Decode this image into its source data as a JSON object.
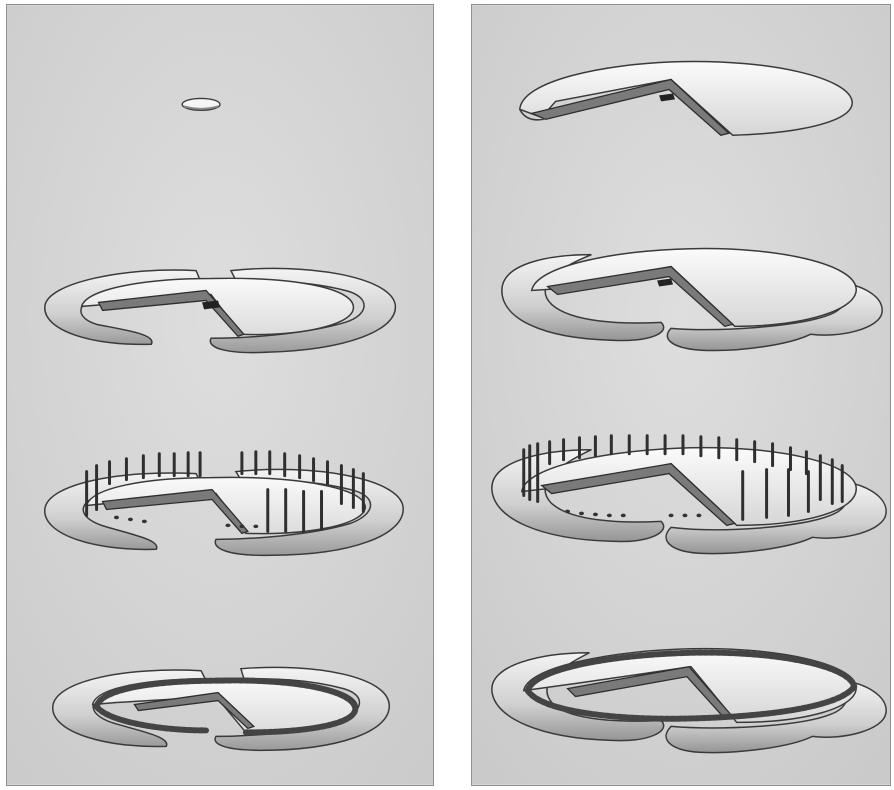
{
  "figure": {
    "panels": [
      {
        "id": "left",
        "stages": [
          "mound-apex",
          "crescent-ditch-platform",
          "timber-palisade",
          "stone-kerb"
        ]
      },
      {
        "id": "right",
        "stages": [
          "raised-platform",
          "platform-in-crescent-ditch",
          "timber-palisade",
          "stone-kerb"
        ]
      }
    ]
  },
  "colors": {
    "paper": "#d6d6d6",
    "ink": "#3a3a3a",
    "shadow": "#8a8a8a",
    "mound_top": "#f1f1f1",
    "chamber": "#6e6e6e"
  }
}
